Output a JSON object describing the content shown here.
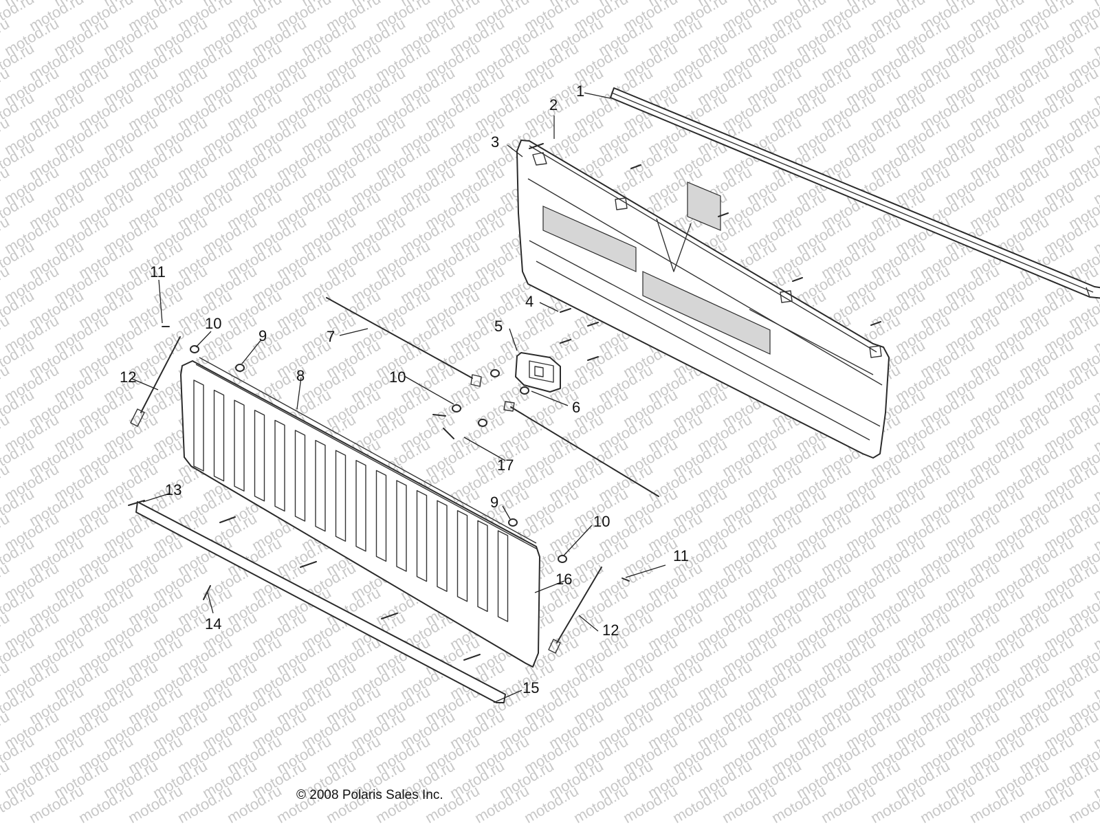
{
  "watermark": {
    "text": "motod.ru",
    "color": "#c8c8c8"
  },
  "copyright": "© 2008 Polaris Sales Inc.",
  "callouts": [
    {
      "id": "c1",
      "label": "1"
    },
    {
      "id": "c2",
      "label": "2"
    },
    {
      "id": "c3",
      "label": "3"
    },
    {
      "id": "c4",
      "label": "4"
    },
    {
      "id": "c5",
      "label": "5"
    },
    {
      "id": "c6",
      "label": "6"
    },
    {
      "id": "c7",
      "label": "7"
    },
    {
      "id": "c8",
      "label": "8"
    },
    {
      "id": "c9a",
      "label": "9"
    },
    {
      "id": "c9b",
      "label": "9"
    },
    {
      "id": "c10a",
      "label": "10"
    },
    {
      "id": "c10b",
      "label": "10"
    },
    {
      "id": "c10c",
      "label": "10"
    },
    {
      "id": "c11a",
      "label": "11"
    },
    {
      "id": "c11b",
      "label": "11"
    },
    {
      "id": "c12a",
      "label": "12"
    },
    {
      "id": "c12b",
      "label": "12"
    },
    {
      "id": "c13",
      "label": "13"
    },
    {
      "id": "c14",
      "label": "14"
    },
    {
      "id": "c15",
      "label": "15"
    },
    {
      "id": "c16",
      "label": "16"
    },
    {
      "id": "c17",
      "label": "17"
    }
  ]
}
